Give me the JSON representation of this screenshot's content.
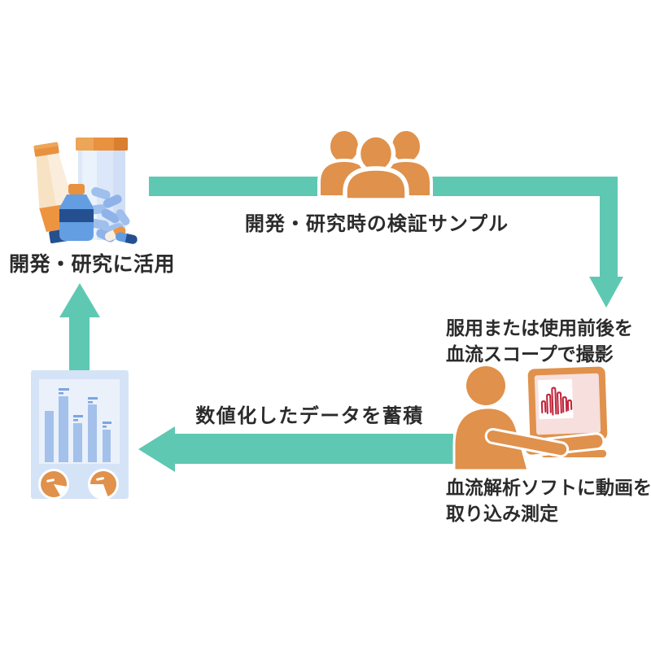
{
  "labels": {
    "use_in_development": "開発・研究に活用",
    "verification_samples": "開発・研究時の検証サンプル",
    "capture": {
      "line1": "服用または使用前後を",
      "line2": "血流スコープで撮影"
    },
    "analysis": {
      "line1": "血流解析ソフトに動画を",
      "line2": "取り込み測定"
    },
    "accumulate": "数値化したデータを蓄積"
  },
  "icons": [
    "medicine-products-icon",
    "people-group-icon",
    "person-at-computer-icon",
    "capillary-scope-screen-icon",
    "bar-and-pie-chart-icon",
    "arrow-right-then-down",
    "arrow-left",
    "arrow-up"
  ],
  "colors": {
    "arrow_teal": "#5FC8B2",
    "icon_orange": "#E0914B",
    "text": "#2B2B2B",
    "panel_blue": "#D5E3F7",
    "panel_inner_blue": "#EAF1FB",
    "bar_blue": "#A3C1EA",
    "dash_blue": "#7DA4E0",
    "navy": "#24508F",
    "bottle_blue": "#639EE3",
    "screen_pink": "#F6DFDD",
    "capillary_red": "#C2273D",
    "tube_cream": "#F8E2C4"
  }
}
